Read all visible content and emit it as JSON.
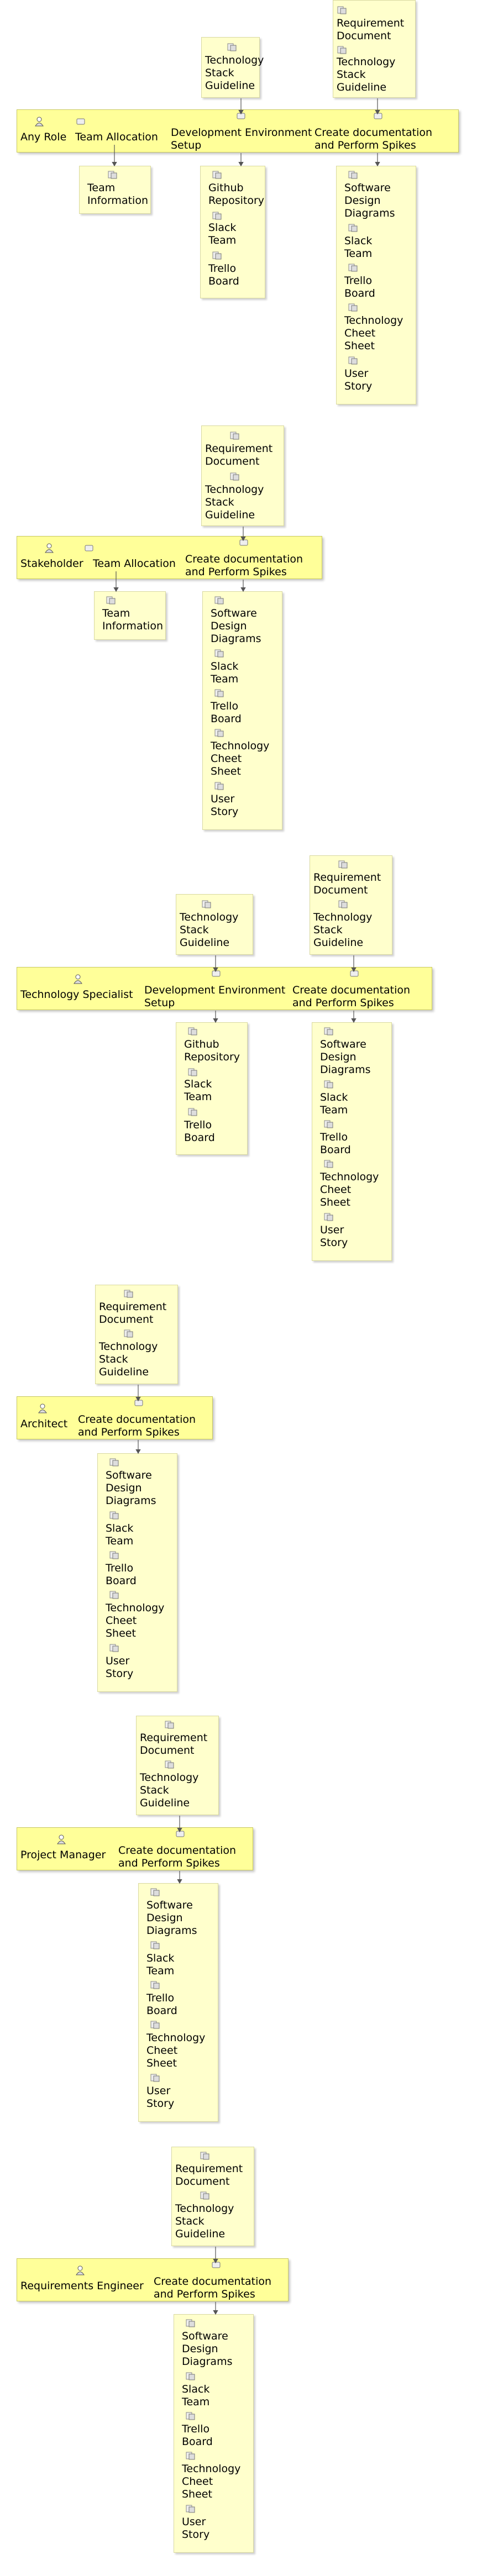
{
  "diagrams": [
    {
      "role": "Any Role",
      "tasks": [
        {
          "name": "Team Allocation",
          "inputs": [],
          "outputs": [
            "Team Information"
          ]
        },
        {
          "name": "Development Environment\nSetup",
          "inputs": [
            "Technology\nStack\nGuideline"
          ],
          "outputs": [
            "Github\nRepository",
            "Slack\nTeam",
            "Trello\nBoard"
          ]
        },
        {
          "name": "Create documentation\nand Perform Spikes",
          "inputs": [
            "Requirement\nDocument",
            "Technology\nStack\nGuideline"
          ],
          "outputs": [
            "Software\nDesign\nDiagrams",
            "Slack\nTeam",
            "Trello\nBoard",
            "Technology\nCheet\nSheet",
            "User\nStory"
          ]
        }
      ]
    },
    {
      "role": "Stakeholder",
      "tasks": [
        {
          "name": "Team Allocation",
          "inputs": [],
          "outputs": [
            "Team\nInformation"
          ]
        },
        {
          "name": "Create documentation\nand Perform Spikes",
          "inputs": [
            "Requirement\nDocument",
            "Technology\nStack\nGuideline"
          ],
          "outputs": [
            "Software\nDesign\nDiagrams",
            "Slack\nTeam",
            "Trello\nBoard",
            "Technology\nCheet\nSheet",
            "User\nStory"
          ]
        }
      ]
    },
    {
      "role": "Technology Specialist",
      "tasks": [
        {
          "name": "Development Environment\nSetup",
          "inputs": [
            "Technology\nStack\nGuideline"
          ],
          "outputs": [
            "Github\nRepository",
            "Slack\nTeam",
            "Trello\nBoard"
          ]
        },
        {
          "name": "Create documentation\nand Perform Spikes",
          "inputs": [
            "Requirement\nDocument",
            "Technology\nStack\nGuideline"
          ],
          "outputs": [
            "Software\nDesign\nDiagrams",
            "Slack\nTeam",
            "Trello\nBoard",
            "Technology\nCheet\nSheet",
            "User\nStory"
          ]
        }
      ]
    },
    {
      "role": "Architect",
      "tasks": [
        {
          "name": "Create documentation\nand Perform Spikes",
          "inputs": [
            "Requirement\nDocument",
            "Technology\nStack\nGuideline"
          ],
          "outputs": [
            "Software\nDesign\nDiagrams",
            "Slack\nTeam",
            "Trello\nBoard",
            "Technology\nCheet\nSheet",
            "User\nStory"
          ]
        }
      ]
    },
    {
      "role": "Project Manager",
      "tasks": [
        {
          "name": "Create documentation\nand Perform Spikes",
          "inputs": [
            "Requirement\nDocument",
            "Technology\nStack\nGuideline"
          ],
          "outputs": [
            "Software\nDesign\nDiagrams",
            "Slack\nTeam",
            "Trello\nBoard",
            "Technology\nCheet\nSheet",
            "User\nStory"
          ]
        }
      ]
    },
    {
      "role": "Requirements Engineer",
      "tasks": [
        {
          "name": "Create documentation\nand Perform Spikes",
          "inputs": [
            "Requirement\nDocument",
            "Technology\nStack\nGuideline"
          ],
          "outputs": [
            "Software\nDesign\nDiagrams",
            "Slack\nTeam",
            "Trello\nBoard",
            "Technology\nCheet\nSheet",
            "User\nStory"
          ]
        }
      ]
    }
  ]
}
